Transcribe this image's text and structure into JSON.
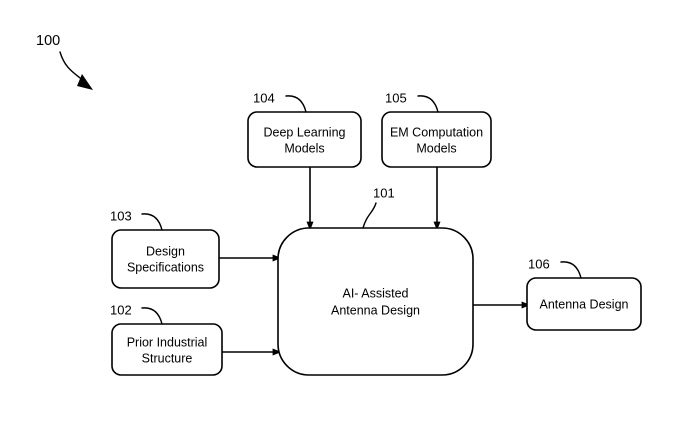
{
  "figure": {
    "number": "100",
    "nodes": {
      "central": {
        "ref": "101",
        "line1": "AI- Assisted",
        "line2": "Antenna Design"
      },
      "prior_structure": {
        "ref": "102",
        "line1": "Prior Industrial",
        "line2": "Structure"
      },
      "design_specs": {
        "ref": "103",
        "line1": "Design",
        "line2": "Specifications"
      },
      "deep_learning": {
        "ref": "104",
        "line1": "Deep Learning",
        "line2": "Models"
      },
      "em_computation": {
        "ref": "105",
        "line1": "EM Computation",
        "line2": "Models"
      },
      "antenna_design": {
        "ref": "106",
        "line1": "Antenna Design",
        "line2": ""
      }
    },
    "colors": {
      "stroke": "#000000",
      "fill": "#ffffff"
    }
  }
}
